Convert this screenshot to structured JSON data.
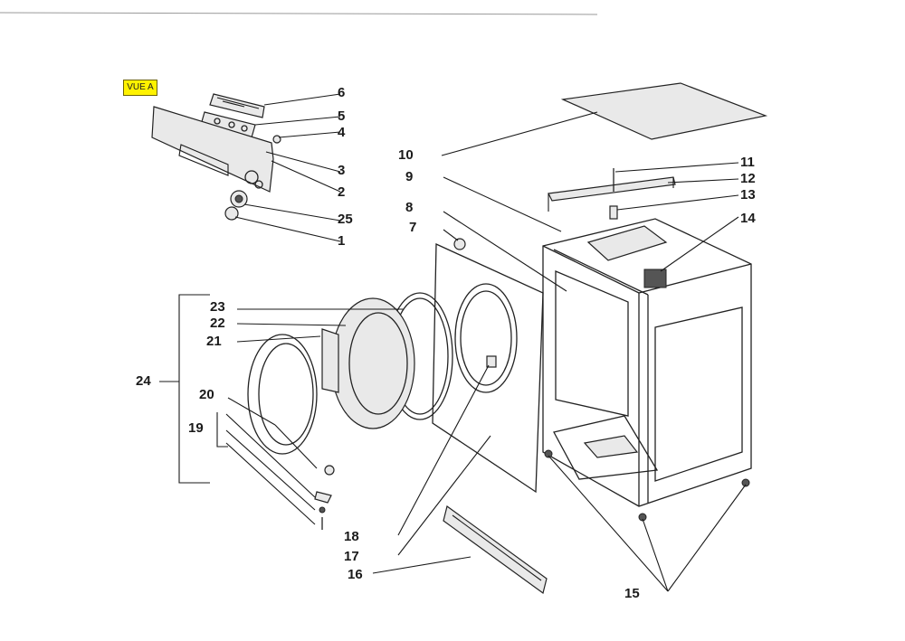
{
  "view_badge": "VUE A",
  "labels": [
    "1",
    "2",
    "3",
    "4",
    "5",
    "6",
    "7",
    "8",
    "9",
    "10",
    "11",
    "12",
    "13",
    "14",
    "15",
    "16",
    "17",
    "18",
    "19",
    "20",
    "21",
    "22",
    "23",
    "24",
    "25"
  ]
}
